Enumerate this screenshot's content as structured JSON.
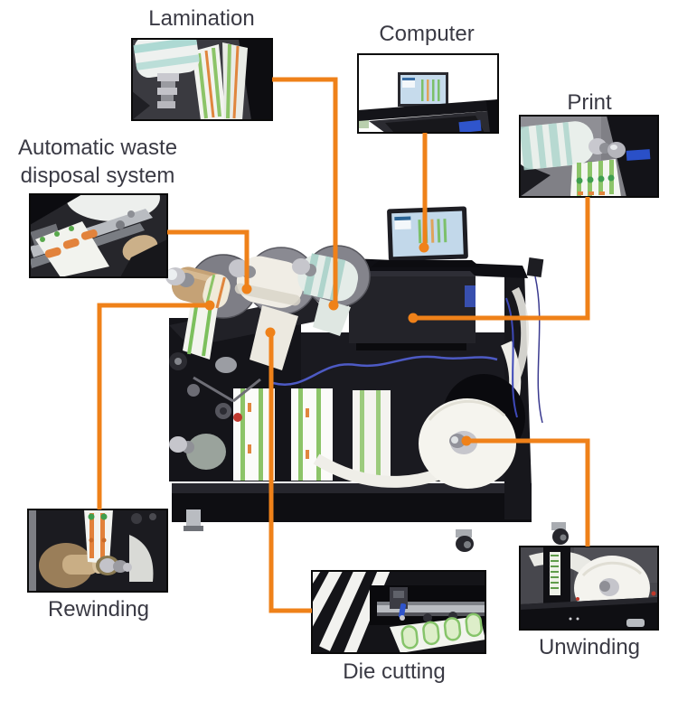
{
  "page": {
    "background": "#FFFFFF"
  },
  "colors": {
    "accent_orange": "#EF8119",
    "label_text": "#3A3A44",
    "inset_border": "#0A0A0A"
  },
  "callouts": [
    {
      "id": "lamination",
      "label": "Lamination"
    },
    {
      "id": "computer",
      "label": "Computer"
    },
    {
      "id": "print",
      "label": "Print"
    },
    {
      "id": "automatic-waste-disposal-system",
      "label_line1": "Automatic waste",
      "label_line2": "disposal system"
    },
    {
      "id": "rewinding",
      "label": "Rewinding"
    },
    {
      "id": "die-cutting",
      "label": "Die cutting"
    },
    {
      "id": "unwinding",
      "label": "Unwinding"
    }
  ]
}
